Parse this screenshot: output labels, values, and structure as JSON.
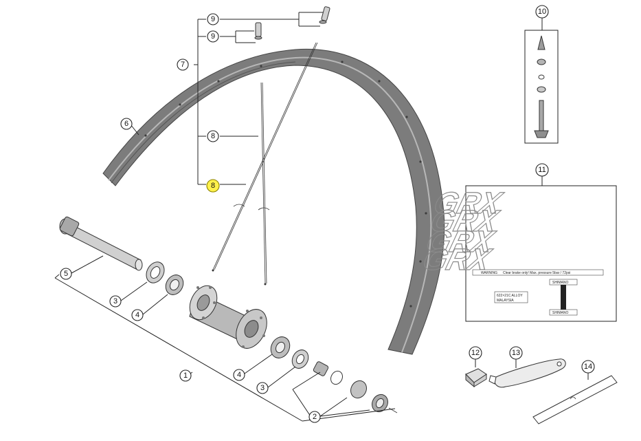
{
  "callouts": [
    {
      "id": "c1",
      "label": "1"
    },
    {
      "id": "c2",
      "label": "2"
    },
    {
      "id": "c3a",
      "label": "3"
    },
    {
      "id": "c3b",
      "label": "3"
    },
    {
      "id": "c4a",
      "label": "4"
    },
    {
      "id": "c4b",
      "label": "4"
    },
    {
      "id": "c5",
      "label": "5"
    },
    {
      "id": "c6",
      "label": "6"
    },
    {
      "id": "c7",
      "label": "7"
    },
    {
      "id": "c8a",
      "label": "8"
    },
    {
      "id": "c8b",
      "label": "8",
      "highlighted": true
    },
    {
      "id": "c9a",
      "label": "9"
    },
    {
      "id": "c9b",
      "label": "9"
    },
    {
      "id": "c10",
      "label": "10"
    },
    {
      "id": "c11",
      "label": "11"
    },
    {
      "id": "c12",
      "label": "12"
    },
    {
      "id": "c13",
      "label": "13"
    },
    {
      "id": "c14",
      "label": "14"
    }
  ],
  "decal": {
    "logo_text": "GRX",
    "warning_text": "WARNING",
    "notice_text": "Clear brake only!  Max. pressure 5bar / 72psi",
    "rim_spec_text": "622×21C ALLOY",
    "rim_origin_text": "MALAYSIA",
    "brand_text": "SHIMANO"
  },
  "colors": {
    "highlight": "#fff14a",
    "rim": "#7c7c7c",
    "rim_dark": "#5a5a5a",
    "line": "#222222"
  }
}
